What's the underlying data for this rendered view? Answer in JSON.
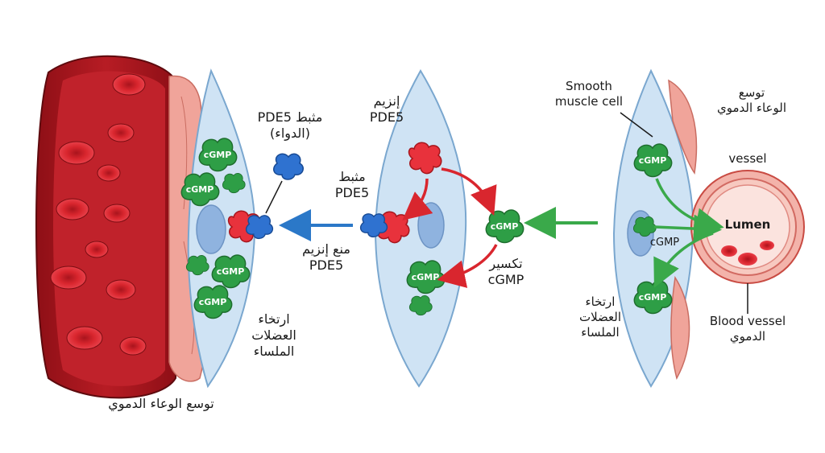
{
  "colors": {
    "blood_red": "#c8202a",
    "cell_blue": "#cfe3f4",
    "nucleus_blue": "#8fb3df",
    "muscle_pink": "#f0a49a",
    "cgmp_green": "#2e9e46",
    "pde5_red": "#e8323c",
    "inhibitor_blue": "#2f72d0",
    "arrow_blue": "#2b78c8",
    "arrow_red": "#d9262e",
    "arrow_green": "#3aa94a"
  },
  "icons": {
    "cgmp": "green-molecule-cluster",
    "pde5": "red-enzyme-blob",
    "inhibitor": "blue-drug-blob"
  },
  "left": {
    "inhibitor_label": "مثبط PDE5\n(الدواء)",
    "relax_label": "ارتخاء\nالعضلات\nالملساء",
    "dilation_label": "توسع الوعاء الدموي",
    "block_label": "منع إنزيم\nPDE5",
    "cgmp_tags": [
      "cGMP",
      "cGMP",
      "cGMP",
      "cGMP"
    ]
  },
  "middle": {
    "enzyme_label": "إنزيم\nPDE5",
    "inhibitor_label": "مثبط\nPDE5",
    "breakdown_label": "تكسير\ncGMP",
    "cgmp_tags": [
      "cGMP",
      "cGMP"
    ]
  },
  "right": {
    "smooth_muscle_label": "Smooth\nmuscle cell",
    "dilation_label": "توسع\nالوعاء الدموي",
    "vessel_label": "vessel",
    "lumen_label": "Lumen",
    "blood_vessel_label": "Blood vessel\nالدموي",
    "relax_label": "ارتخاء\nالعضلات\nالملساء",
    "cgmp_tags": [
      "cGMP",
      "cGMP",
      "cGMP"
    ]
  }
}
